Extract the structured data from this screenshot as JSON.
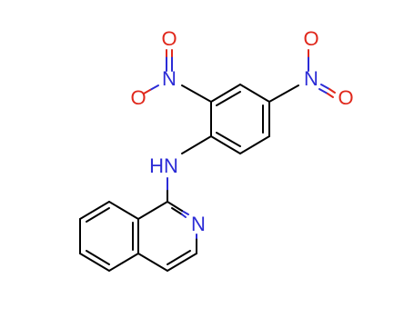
{
  "molecule": {
    "atom_labels": {
      "nitro_top_o": "O",
      "nitro_top_n": "N",
      "nitro_left_o": "O",
      "nitro_right_o": "O",
      "nitro_right_n": "N",
      "amine_nh": "HN",
      "ring_n": "N"
    },
    "colors": {
      "carbon_bond": "#000000",
      "nitrogen": "#2b2bd6",
      "oxygen": "#e0281c",
      "background": "#ffffff"
    }
  }
}
